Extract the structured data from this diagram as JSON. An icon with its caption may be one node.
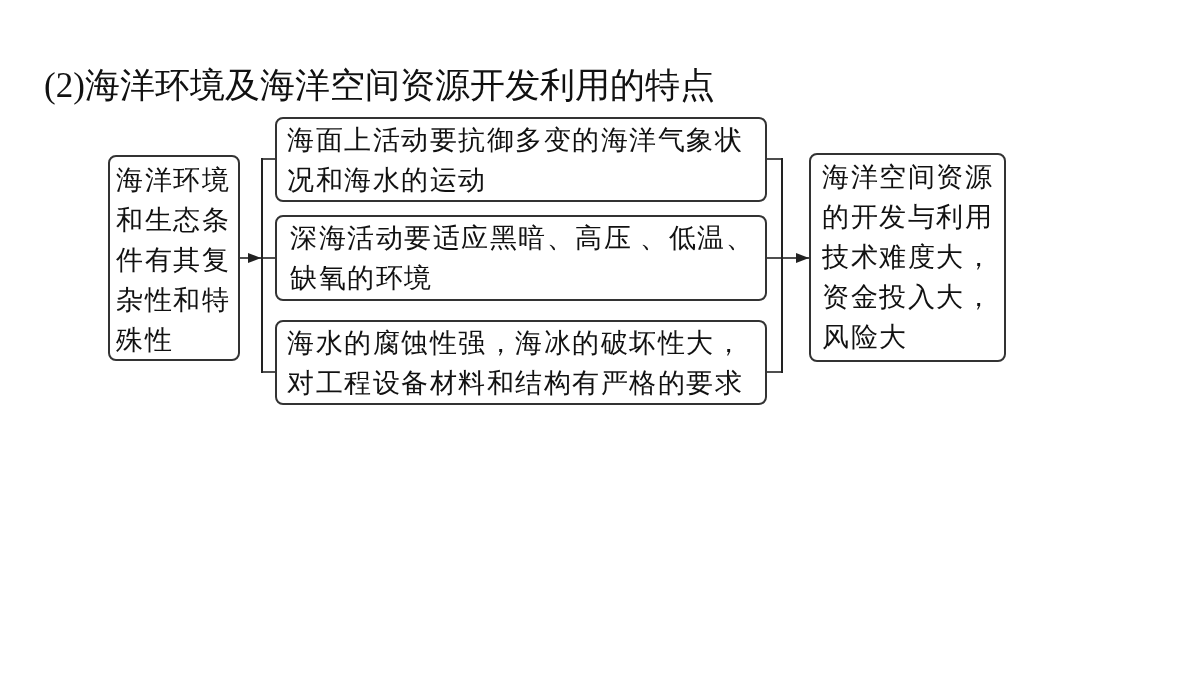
{
  "diagram": {
    "title": "(2)海洋环境及海洋空间资源开发利用的特点",
    "nodes": [
      {
        "text": [
          "海洋环境和生态条件有其复杂性和特殊性"
        ]
      },
      {
        "text": [],
        "shape": "bar"
      },
      {
        "text": [
          "海面上活动要抗御多变的海洋气象状况和海水的运动"
        ]
      },
      {
        "text": [
          "深海活动要适应黑暗、高压 、低温、缺氧的环境"
        ]
      },
      {
        "text": [
          "海水的腐蚀性强，海冰的破坏性大，对工程设备材料和结构有严格的要求"
        ]
      },
      {
        "text": [],
        "shape": "bar"
      },
      {
        "text": [
          "海洋空间资源的开发与利用技术难度大，资金投入大，风险大"
        ]
      }
    ],
    "edges": [
      {
        "from": 0,
        "to": 1,
        "arrow": "to"
      },
      {
        "from": 1,
        "to": 2,
        "arrow": "none"
      },
      {
        "from": 1,
        "to": 3,
        "arrow": "none"
      },
      {
        "from": 1,
        "to": 4,
        "arrow": "none"
      },
      {
        "from": 2,
        "to": 5,
        "arrow": "none"
      },
      {
        "from": 3,
        "to": 5,
        "arrow": "none"
      },
      {
        "from": 4,
        "to": 5,
        "arrow": "none"
      },
      {
        "from": 5,
        "to": 6,
        "arrow": "to"
      }
    ]
  }
}
